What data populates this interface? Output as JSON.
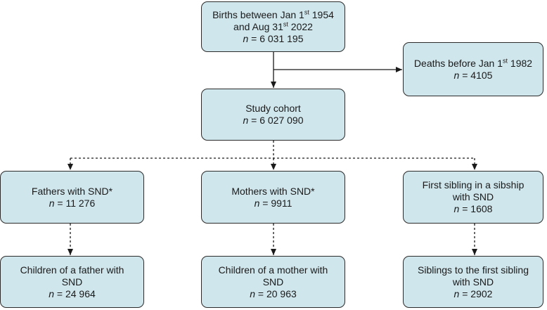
{
  "boxes": {
    "births": {
      "line1": "Births between Jan 1",
      "line1_sup": "st",
      "line1_tail": " 1954",
      "line2": "and Aug 31",
      "line2_sup": "st",
      "line2_tail": " 2022",
      "n_var": "n",
      "n_text": " = 6 031 195"
    },
    "deaths": {
      "line1": "Deaths before Jan 1",
      "line1_sup": "st",
      "line1_tail": " 1982",
      "n_var": "n",
      "n_text": " = 4105"
    },
    "cohort": {
      "line1": "Study cohort",
      "n_var": "n",
      "n_text": " = 6 027 090"
    },
    "fathers": {
      "line1": "Fathers with SND*",
      "n_var": "n",
      "n_text": " = 11 276"
    },
    "mothers": {
      "line1": "Mothers with SND*",
      "n_var": "n",
      "n_text": " = 9911"
    },
    "sibling1": {
      "line1": "First sibling in a sibship",
      "line2": "with SND",
      "n_var": "n",
      "n_text": " = 1608"
    },
    "cfather": {
      "line1": "Children of a father with",
      "line2": "SND",
      "n_var": "n",
      "n_text": " = 24 964"
    },
    "cmother": {
      "line1": "Children of a mother with",
      "line2": "SND",
      "n_var": "n",
      "n_text": " = 20 963"
    },
    "sibs": {
      "line1": "Siblings to the first sibling",
      "line2": "with SND",
      "n_var": "n",
      "n_text": " = 2902"
    }
  }
}
